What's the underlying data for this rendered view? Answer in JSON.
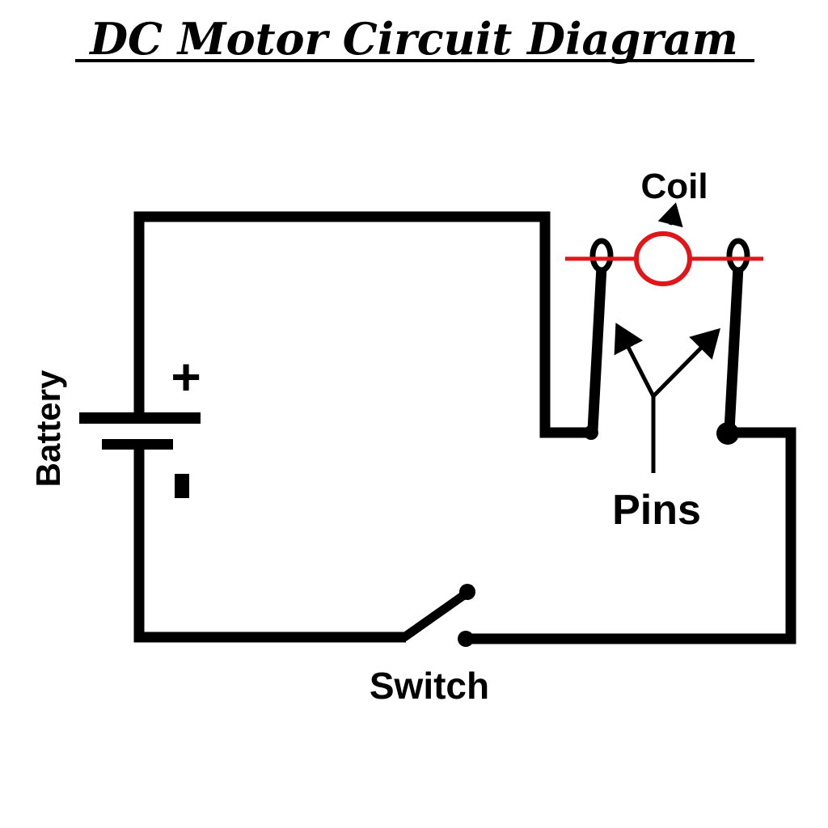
{
  "title": "DC Motor Circuit Diagram",
  "labels": {
    "battery": "Battery",
    "plus": "+",
    "minus": "-",
    "coil": "Coil",
    "pins": "Pins",
    "switch": "Switch"
  },
  "colors": {
    "wire": "#000000",
    "coil": "#e0161a",
    "background": "#ffffff"
  }
}
